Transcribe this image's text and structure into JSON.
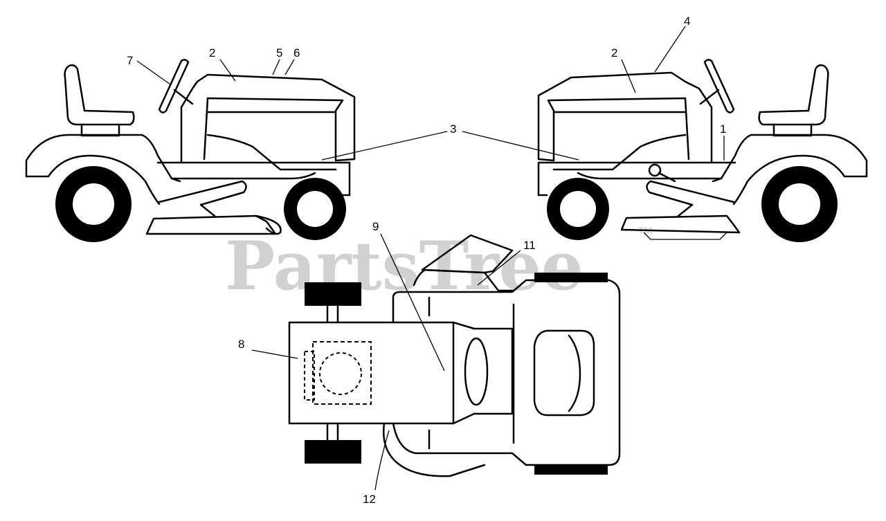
{
  "watermark": {
    "text": "PartsTree",
    "trademark": "TM",
    "color": "#c9c9c9"
  },
  "callouts": {
    "c1": "1",
    "c2a": "2",
    "c2b": "2",
    "c3": "3",
    "c4": "4",
    "c5": "5",
    "c6": "6",
    "c7": "7",
    "c8": "8",
    "c9": "9",
    "c11": "11",
    "c12": "12"
  }
}
